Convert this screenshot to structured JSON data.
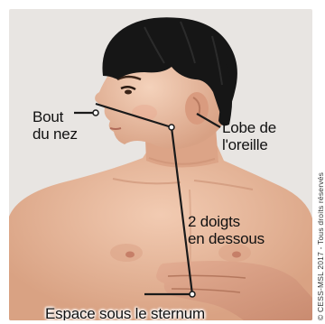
{
  "labels": {
    "nose_tip": "Bout\ndu nez",
    "earlobe": "Lobe de\nl'oreille",
    "two_fingers_below": "2 doigts\nen dessous",
    "sternum_space": "Espace sous le sternum"
  },
  "credit": "© CESS-MSL 2017 - Tous droits réservés",
  "colors": {
    "background": "#e8e5e2",
    "skin": "#e6b89c",
    "hair": "#1a1a1a",
    "line": "#1a1a1a"
  }
}
